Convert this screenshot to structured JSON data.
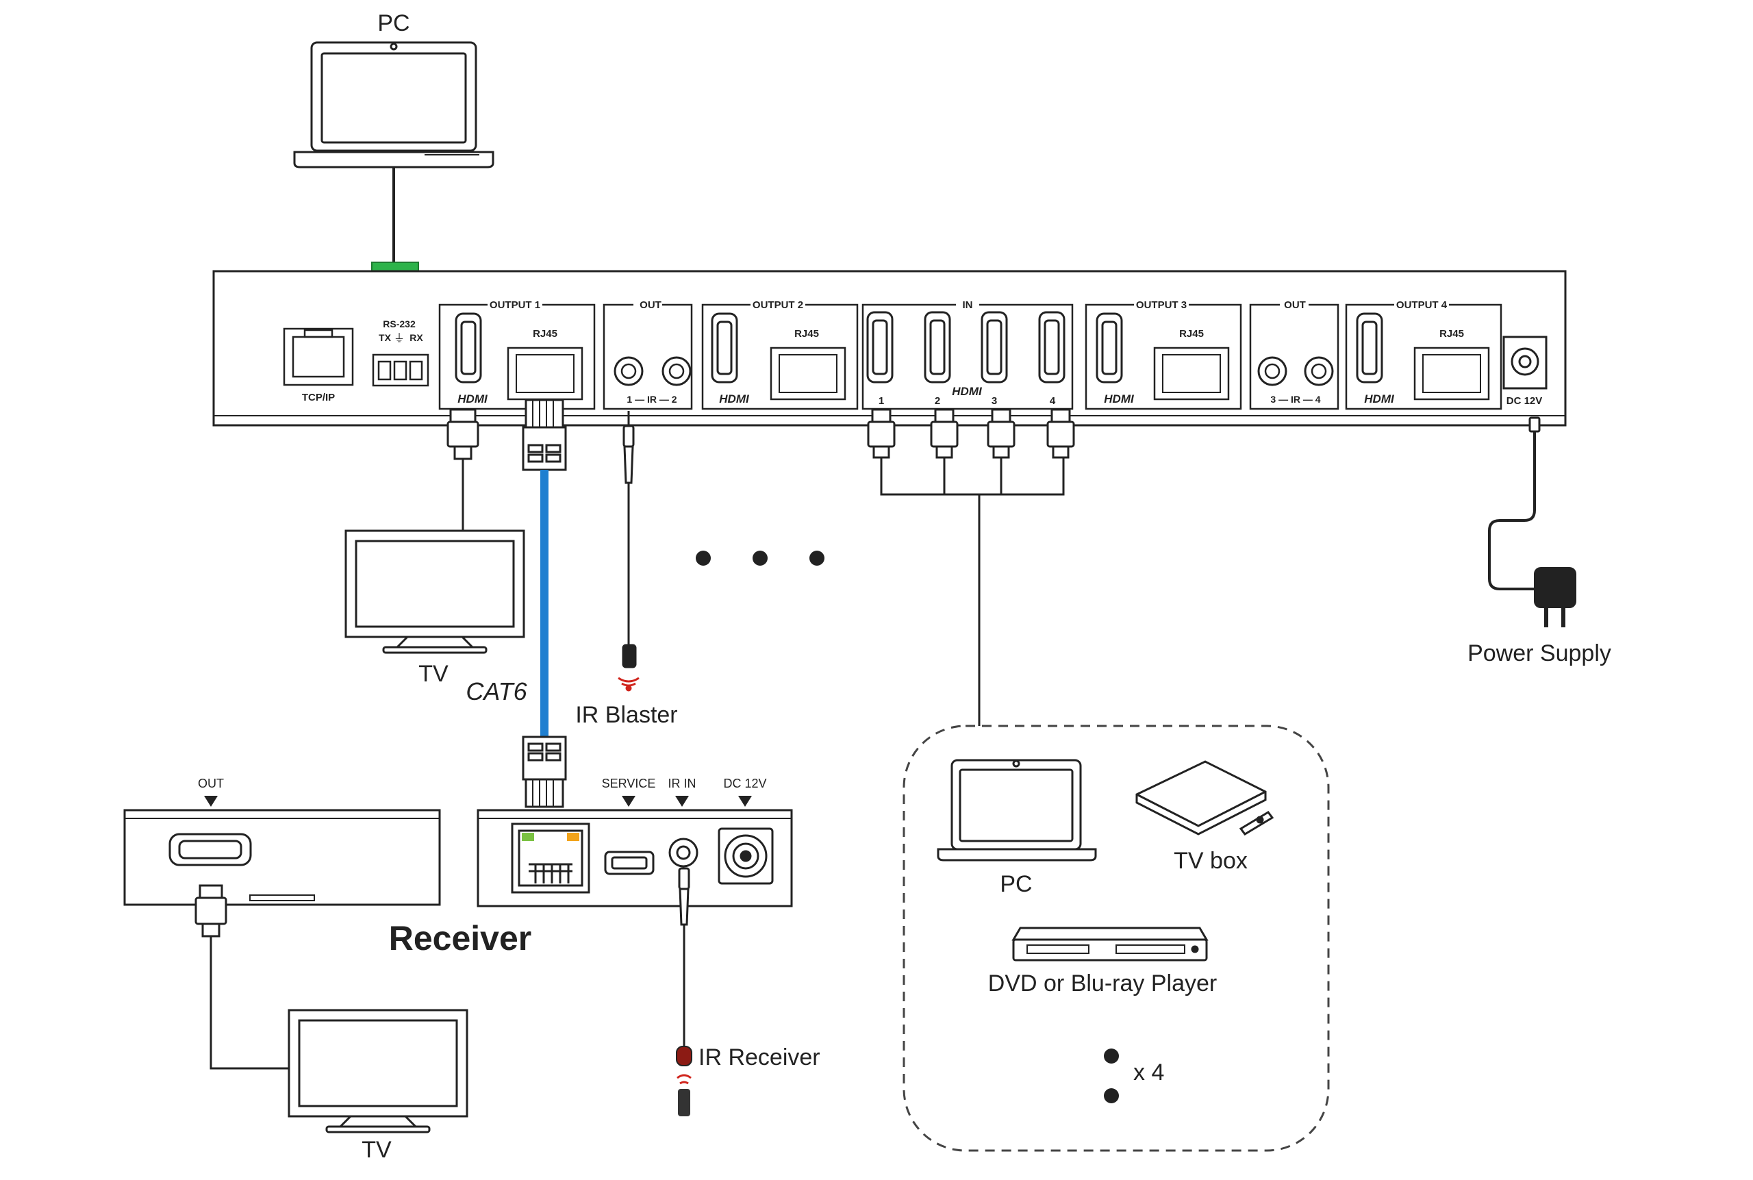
{
  "labels": {
    "pc_top": "PC",
    "tv_left": "TV",
    "cat6": "CAT6",
    "ir_blaster": "IR Blaster",
    "power_supply": "Power Supply",
    "receiver": "Receiver",
    "ir_receiver": "IR Receiver",
    "tv_bottom": "TV",
    "pc_group": "PC",
    "tv_box": "TV box",
    "dvd": "DVD or Blu-ray Player",
    "times4": "x 4"
  },
  "matrix": {
    "tcpip": "TCP/IP",
    "rs232": "RS-232",
    "tx": "TX",
    "rx": "RX",
    "output1": "OUTPUT 1",
    "output2": "OUTPUT 2",
    "output3": "OUTPUT 3",
    "output4": "OUTPUT 4",
    "rj45": "RJ45",
    "hdmi": "HDMI",
    "out": "OUT",
    "ir_12": "1 — IR — 2",
    "ir_34": "3 — IR — 4",
    "in": "IN",
    "in1": "1",
    "in2": "2",
    "in3": "3",
    "in4": "4",
    "dc12v": "DC 12V"
  },
  "receiver_ports": {
    "service": "SERVICE",
    "irin": "IR IN",
    "dc12v": "DC 12V"
  },
  "sink_box": {
    "out": "OUT"
  },
  "colors": {
    "cat6_cable": "#1f7fd0",
    "rs232_terminal": "#2db34a",
    "ir_red": "#d0241c",
    "led_green": "#7ac142",
    "led_amber": "#f2a31a",
    "line": "#222222"
  }
}
